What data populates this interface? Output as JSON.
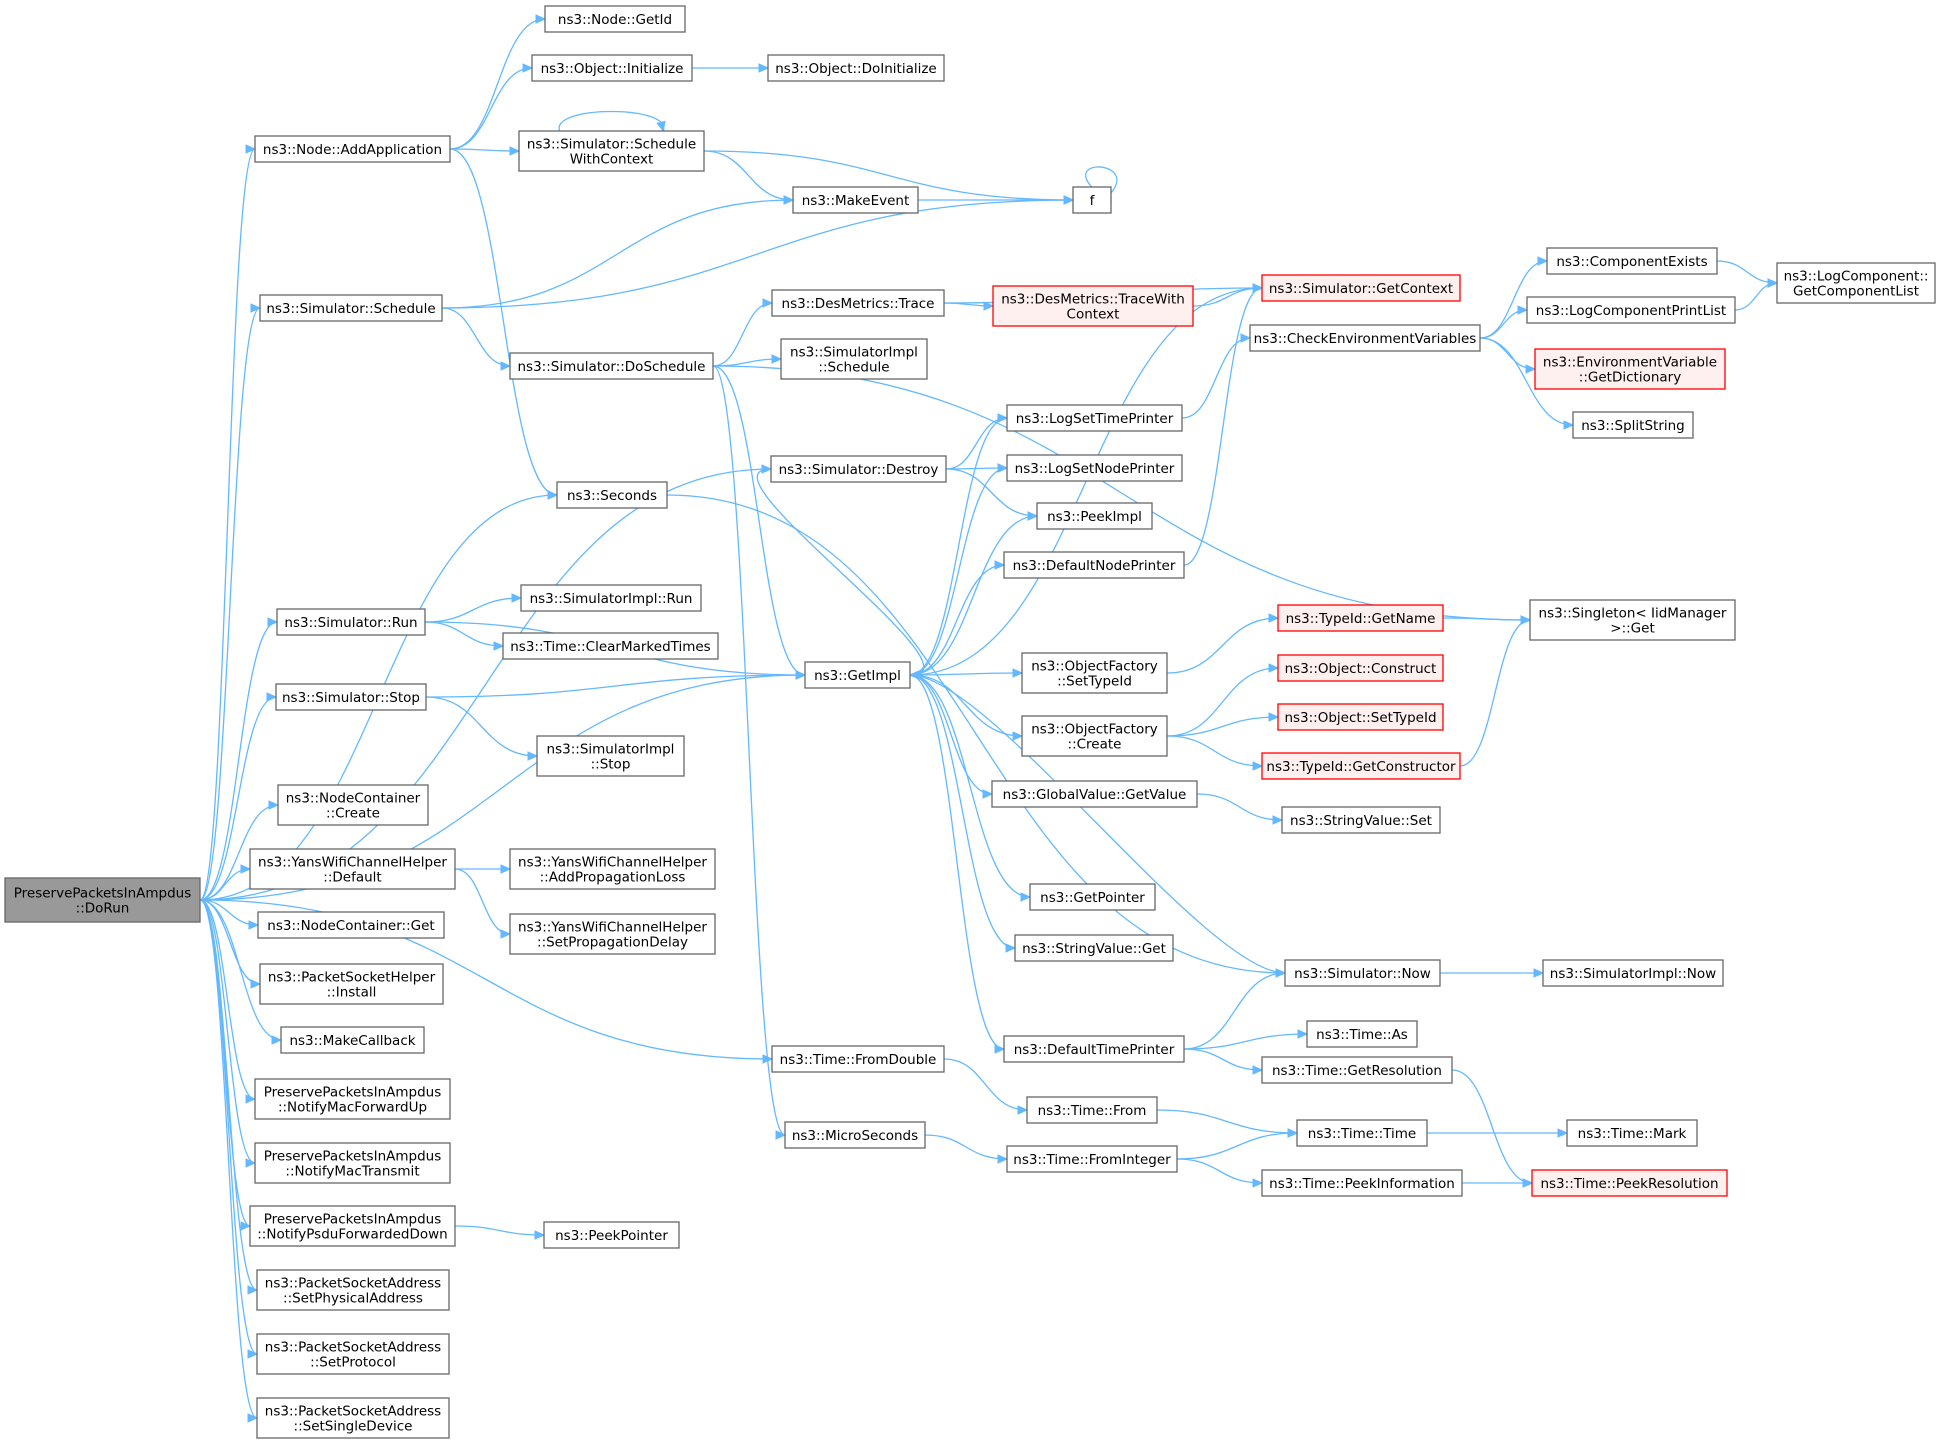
{
  "colors": {
    "edge": "#63b8ff",
    "node_border": "#666666",
    "red_border": "#ff0000",
    "red_fill": "#fff0f0",
    "root_fill": "#999999"
  },
  "nodes": [
    {
      "id": "root",
      "label": [
        "PreservePacketsInAmpdus",
        "::DoRun"
      ],
      "style": "root"
    },
    {
      "id": "getid",
      "label": [
        "ns3::Node::GetId"
      ]
    },
    {
      "id": "init",
      "label": [
        "ns3::Object::Initialize"
      ]
    },
    {
      "id": "doinit",
      "label": [
        "ns3::Object::DoInitialize"
      ]
    },
    {
      "id": "addapp",
      "label": [
        "ns3::Node::AddApplication"
      ]
    },
    {
      "id": "schedctx",
      "label": [
        "ns3::Simulator::Schedule",
        "WithContext"
      ]
    },
    {
      "id": "makeevent",
      "label": [
        "ns3::MakeEvent"
      ]
    },
    {
      "id": "f",
      "label": [
        "f"
      ]
    },
    {
      "id": "schedule",
      "label": [
        "ns3::Simulator::Schedule"
      ]
    },
    {
      "id": "trace",
      "label": [
        "ns3::DesMetrics::Trace"
      ]
    },
    {
      "id": "tracewith",
      "label": [
        "ns3::DesMetrics::TraceWith",
        "Context"
      ],
      "style": "red"
    },
    {
      "id": "getcontext",
      "label": [
        "ns3::Simulator::GetContext"
      ],
      "style": "red"
    },
    {
      "id": "compexists",
      "label": [
        "ns3::ComponentExists"
      ]
    },
    {
      "id": "getcomplist",
      "label": [
        "ns3::LogComponent::",
        "GetComponentList"
      ]
    },
    {
      "id": "logcompprint",
      "label": [
        "ns3::LogComponentPrintList"
      ]
    },
    {
      "id": "checkenv",
      "label": [
        "ns3::CheckEnvironmentVariables"
      ]
    },
    {
      "id": "envdict",
      "label": [
        "ns3::EnvironmentVariable",
        "::GetDictionary"
      ],
      "style": "red"
    },
    {
      "id": "splitstring",
      "label": [
        "ns3::SplitString"
      ]
    },
    {
      "id": "doschedule",
      "label": [
        "ns3::Simulator::DoSchedule"
      ]
    },
    {
      "id": "simimplsched",
      "label": [
        "ns3::SimulatorImpl",
        "::Schedule"
      ]
    },
    {
      "id": "logsettime",
      "label": [
        "ns3::LogSetTimePrinter"
      ]
    },
    {
      "id": "destroy",
      "label": [
        "ns3::Simulator::Destroy"
      ]
    },
    {
      "id": "logsetnode",
      "label": [
        "ns3::LogSetNodePrinter"
      ]
    },
    {
      "id": "seconds",
      "label": [
        "ns3::Seconds"
      ]
    },
    {
      "id": "peekimpl",
      "label": [
        "ns3::PeekImpl"
      ]
    },
    {
      "id": "defnodeprinter",
      "label": [
        "ns3::DefaultNodePrinter"
      ]
    },
    {
      "id": "simimplrun",
      "label": [
        "ns3::SimulatorImpl::Run"
      ]
    },
    {
      "id": "run",
      "label": [
        "ns3::Simulator::Run"
      ]
    },
    {
      "id": "clearmarked",
      "label": [
        "ns3::Time::ClearMarkedTimes"
      ]
    },
    {
      "id": "typeidgetname",
      "label": [
        "ns3::TypeId::GetName"
      ],
      "style": "red"
    },
    {
      "id": "singleton",
      "label": [
        "ns3::Singleton< IidManager",
        " >::Get"
      ]
    },
    {
      "id": "getimpl",
      "label": [
        "ns3::GetImpl"
      ]
    },
    {
      "id": "ofsettypeid",
      "label": [
        "ns3::ObjectFactory",
        "::SetTypeId"
      ]
    },
    {
      "id": "stop",
      "label": [
        "ns3::Simulator::Stop"
      ]
    },
    {
      "id": "objconstruct",
      "label": [
        "ns3::Object::Construct"
      ],
      "style": "red"
    },
    {
      "id": "simimplstop",
      "label": [
        "ns3::SimulatorImpl",
        "::Stop"
      ]
    },
    {
      "id": "ofcreate",
      "label": [
        "ns3::ObjectFactory",
        "::Create"
      ]
    },
    {
      "id": "objsettypeid",
      "label": [
        "ns3::Object::SetTypeId"
      ],
      "style": "red"
    },
    {
      "id": "getconstructor",
      "label": [
        "ns3::TypeId::GetConstructor"
      ],
      "style": "red"
    },
    {
      "id": "nccreate",
      "label": [
        "ns3::NodeContainer",
        "::Create"
      ]
    },
    {
      "id": "gvgetvalue",
      "label": [
        "ns3::GlobalValue::GetValue"
      ]
    },
    {
      "id": "svset",
      "label": [
        "ns3::StringValue::Set"
      ]
    },
    {
      "id": "yansdefault",
      "label": [
        "ns3::YansWifiChannelHelper",
        "::Default"
      ]
    },
    {
      "id": "addproploss",
      "label": [
        "ns3::YansWifiChannelHelper",
        "::AddPropagationLoss"
      ]
    },
    {
      "id": "getpointer",
      "label": [
        "ns3::GetPointer"
      ]
    },
    {
      "id": "ncget",
      "label": [
        "ns3::NodeContainer::Get"
      ]
    },
    {
      "id": "setpropdelay",
      "label": [
        "ns3::YansWifiChannelHelper",
        "::SetPropagationDelay"
      ]
    },
    {
      "id": "svget",
      "label": [
        "ns3::StringValue::Get"
      ]
    },
    {
      "id": "psinstall",
      "label": [
        "ns3::PacketSocketHelper",
        "::Install"
      ]
    },
    {
      "id": "simnow",
      "label": [
        "ns3::Simulator::Now"
      ]
    },
    {
      "id": "simimplnow",
      "label": [
        "ns3::SimulatorImpl::Now"
      ]
    },
    {
      "id": "makecallback",
      "label": [
        "ns3::MakeCallback"
      ]
    },
    {
      "id": "timeas",
      "label": [
        "ns3::Time::As"
      ]
    },
    {
      "id": "deftimeprinter",
      "label": [
        "ns3::DefaultTimePrinter"
      ]
    },
    {
      "id": "fromdouble",
      "label": [
        "ns3::Time::FromDouble"
      ]
    },
    {
      "id": "getresolution",
      "label": [
        "ns3::Time::GetResolution"
      ]
    },
    {
      "id": "notifyfwdup",
      "label": [
        "PreservePacketsInAmpdus",
        "::NotifyMacForwardUp"
      ]
    },
    {
      "id": "timefrom",
      "label": [
        "ns3::Time::From"
      ]
    },
    {
      "id": "timetime",
      "label": [
        "ns3::Time::Time"
      ]
    },
    {
      "id": "timemark",
      "label": [
        "ns3::Time::Mark"
      ]
    },
    {
      "id": "microseconds",
      "label": [
        "ns3::MicroSeconds"
      ]
    },
    {
      "id": "frominteger",
      "label": [
        "ns3::Time::FromInteger"
      ]
    },
    {
      "id": "notifytransmit",
      "label": [
        "PreservePacketsInAmpdus",
        "::NotifyMacTransmit"
      ]
    },
    {
      "id": "peekinfo",
      "label": [
        "ns3::Time::PeekInformation"
      ]
    },
    {
      "id": "peekres",
      "label": [
        "ns3::Time::PeekResolution"
      ],
      "style": "red"
    },
    {
      "id": "notifypsdu",
      "label": [
        "PreservePacketsInAmpdus",
        "::NotifyPsduForwardedDown"
      ]
    },
    {
      "id": "peekpointer",
      "label": [
        "ns3::PeekPointer"
      ]
    },
    {
      "id": "setphys",
      "label": [
        "ns3::PacketSocketAddress",
        "::SetPhysicalAddress"
      ]
    },
    {
      "id": "setproto",
      "label": [
        "ns3::PacketSocketAddress",
        "::SetProtocol"
      ]
    },
    {
      "id": "setsingle",
      "label": [
        "ns3::PacketSocketAddress",
        "::SetSingleDevice"
      ]
    }
  ],
  "edges": [
    [
      "root",
      "addapp"
    ],
    [
      "root",
      "schedule"
    ],
    [
      "root",
      "destroy"
    ],
    [
      "root",
      "seconds"
    ],
    [
      "root",
      "run"
    ],
    [
      "root",
      "getimpl"
    ],
    [
      "root",
      "stop"
    ],
    [
      "root",
      "fromdouble"
    ],
    [
      "root",
      "nccreate"
    ],
    [
      "root",
      "yansdefault"
    ],
    [
      "root",
      "ncget"
    ],
    [
      "root",
      "psinstall"
    ],
    [
      "root",
      "makecallback"
    ],
    [
      "root",
      "notifyfwdup"
    ],
    [
      "root",
      "notifytransmit"
    ],
    [
      "root",
      "notifypsdu"
    ],
    [
      "root",
      "setphys"
    ],
    [
      "root",
      "setproto"
    ],
    [
      "root",
      "setsingle"
    ],
    [
      "addapp",
      "getid"
    ],
    [
      "addapp",
      "init"
    ],
    [
      "addapp",
      "schedctx"
    ],
    [
      "addapp",
      "seconds"
    ],
    [
      "init",
      "doinit"
    ],
    [
      "schedctx",
      "schedctx"
    ],
    [
      "schedctx",
      "makeevent"
    ],
    [
      "schedctx",
      "f"
    ],
    [
      "makeevent",
      "f"
    ],
    [
      "f",
      "f"
    ],
    [
      "schedule",
      "makeevent"
    ],
    [
      "schedule",
      "f"
    ],
    [
      "schedule",
      "doschedule"
    ],
    [
      "doschedule",
      "trace"
    ],
    [
      "doschedule",
      "simimplsched"
    ],
    [
      "doschedule",
      "getimpl"
    ],
    [
      "doschedule",
      "singleton"
    ],
    [
      "doschedule",
      "microseconds"
    ],
    [
      "trace",
      "getcontext"
    ],
    [
      "trace",
      "tracewith"
    ],
    [
      "tracewith",
      "getcontext"
    ],
    [
      "destroy",
      "logsettime"
    ],
    [
      "destroy",
      "logsetnode"
    ],
    [
      "destroy",
      "peekimpl"
    ],
    [
      "destroy",
      "getimpl"
    ],
    [
      "seconds",
      "simnow"
    ],
    [
      "run",
      "simimplrun"
    ],
    [
      "run",
      "clearmarked"
    ],
    [
      "run",
      "getimpl"
    ],
    [
      "stop",
      "getimpl"
    ],
    [
      "stop",
      "simimplstop"
    ],
    [
      "yansdefault",
      "addproploss"
    ],
    [
      "yansdefault",
      "setpropdelay"
    ],
    [
      "notifypsdu",
      "peekpointer"
    ],
    [
      "getimpl",
      "logsettime"
    ],
    [
      "getimpl",
      "logsetnode"
    ],
    [
      "getimpl",
      "peekimpl"
    ],
    [
      "getimpl",
      "defnodeprinter"
    ],
    [
      "getimpl",
      "ofsettypeid"
    ],
    [
      "getimpl",
      "ofcreate"
    ],
    [
      "getimpl",
      "gvgetvalue"
    ],
    [
      "getimpl",
      "getpointer"
    ],
    [
      "getimpl",
      "svget"
    ],
    [
      "getimpl",
      "deftimeprinter"
    ],
    [
      "getimpl",
      "getcontext"
    ],
    [
      "logsettime",
      "checkenv"
    ],
    [
      "defnodeprinter",
      "getcontext"
    ],
    [
      "checkenv",
      "compexists"
    ],
    [
      "checkenv",
      "logcompprint"
    ],
    [
      "checkenv",
      "envdict"
    ],
    [
      "checkenv",
      "splitstring"
    ],
    [
      "compexists",
      "getcomplist"
    ],
    [
      "logcompprint",
      "getcomplist"
    ],
    [
      "ofsettypeid",
      "typeidgetname"
    ],
    [
      "typeidgetname",
      "singleton"
    ],
    [
      "ofcreate",
      "objconstruct"
    ],
    [
      "ofcreate",
      "objsettypeid"
    ],
    [
      "ofcreate",
      "getconstructor"
    ],
    [
      "getconstructor",
      "singleton"
    ],
    [
      "gvgetvalue",
      "svset"
    ],
    [
      "simnow",
      "getimpl"
    ],
    [
      "simnow",
      "simimplnow"
    ],
    [
      "deftimeprinter",
      "simnow"
    ],
    [
      "deftimeprinter",
      "timeas"
    ],
    [
      "deftimeprinter",
      "getresolution"
    ],
    [
      "getresolution",
      "peekres"
    ],
    [
      "fromdouble",
      "timefrom"
    ],
    [
      "timefrom",
      "timetime"
    ],
    [
      "microseconds",
      "frominteger"
    ],
    [
      "frominteger",
      "timetime"
    ],
    [
      "frominteger",
      "peekinfo"
    ],
    [
      "timetime",
      "timemark"
    ],
    [
      "peekinfo",
      "peekres"
    ]
  ]
}
